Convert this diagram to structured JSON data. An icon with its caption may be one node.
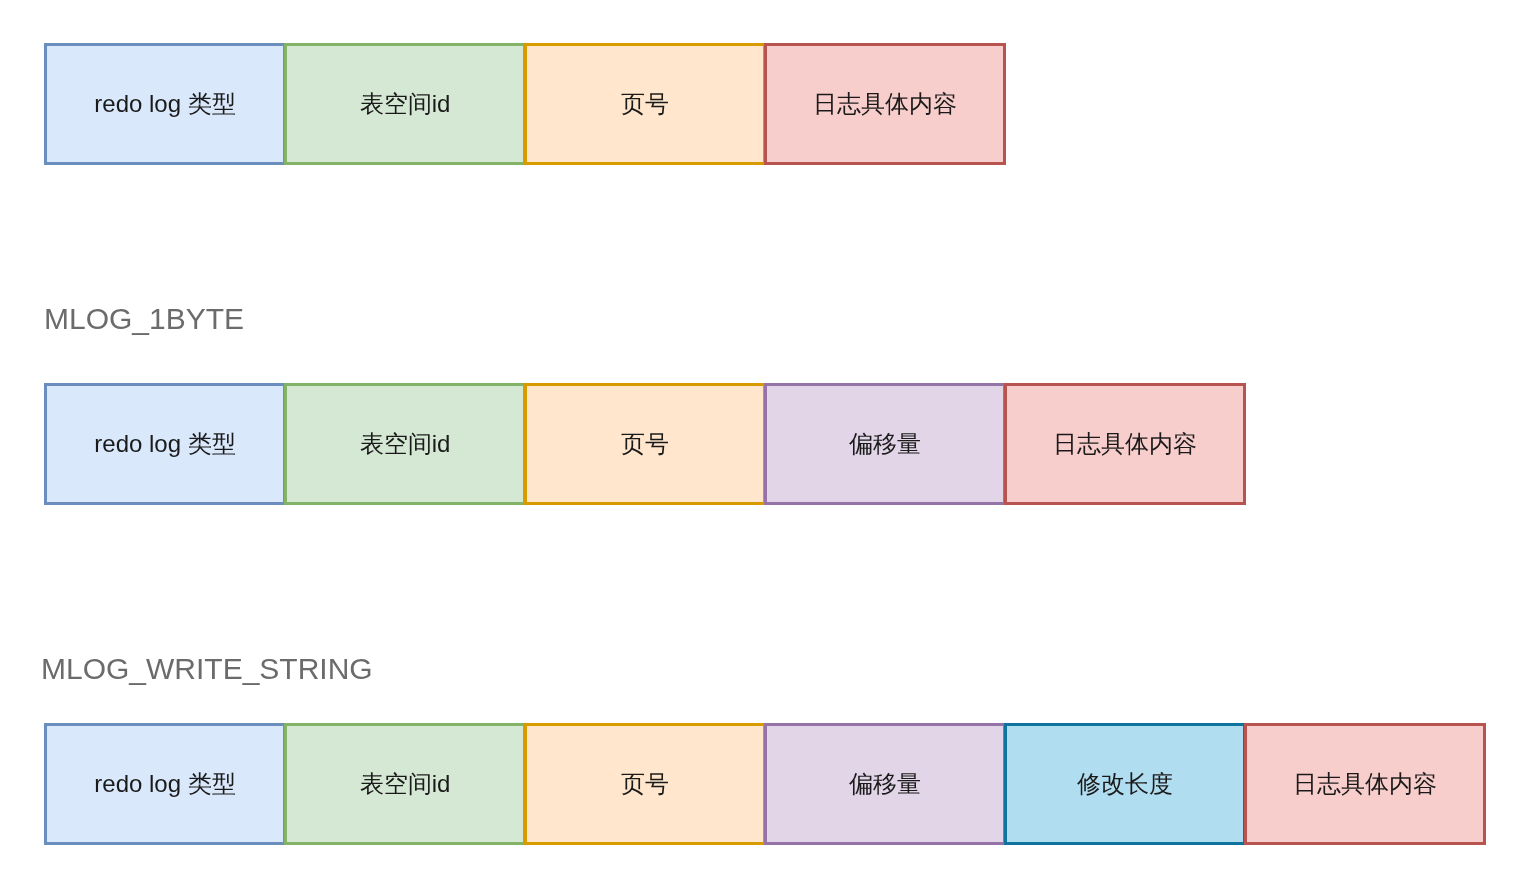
{
  "diagram": {
    "nodes": [
      {
        "text": [
          "redo log 类型"
        ]
      },
      {
        "text": [
          "表空间id"
        ]
      },
      {
        "text": [
          "页号"
        ]
      },
      {
        "text": [
          "日志具体内容"
        ]
      },
      {
        "text": [
          "redo log 类型"
        ]
      },
      {
        "text": [
          "表空间id"
        ]
      },
      {
        "text": [
          "页号"
        ]
      },
      {
        "text": [
          "偏移量"
        ]
      },
      {
        "text": [
          "日志具体内容"
        ]
      },
      {
        "text": [
          "redo log 类型"
        ]
      },
      {
        "text": [
          "表空间id"
        ]
      },
      {
        "text": [
          "页号"
        ]
      },
      {
        "text": [
          "偏移量"
        ]
      },
      {
        "text": [
          "修改长度"
        ]
      },
      {
        "text": [
          "日志具体内容"
        ]
      }
    ],
    "labels": [
      "MLOG_1BYTE",
      "MLOG_WRITE_STRING"
    ]
  }
}
